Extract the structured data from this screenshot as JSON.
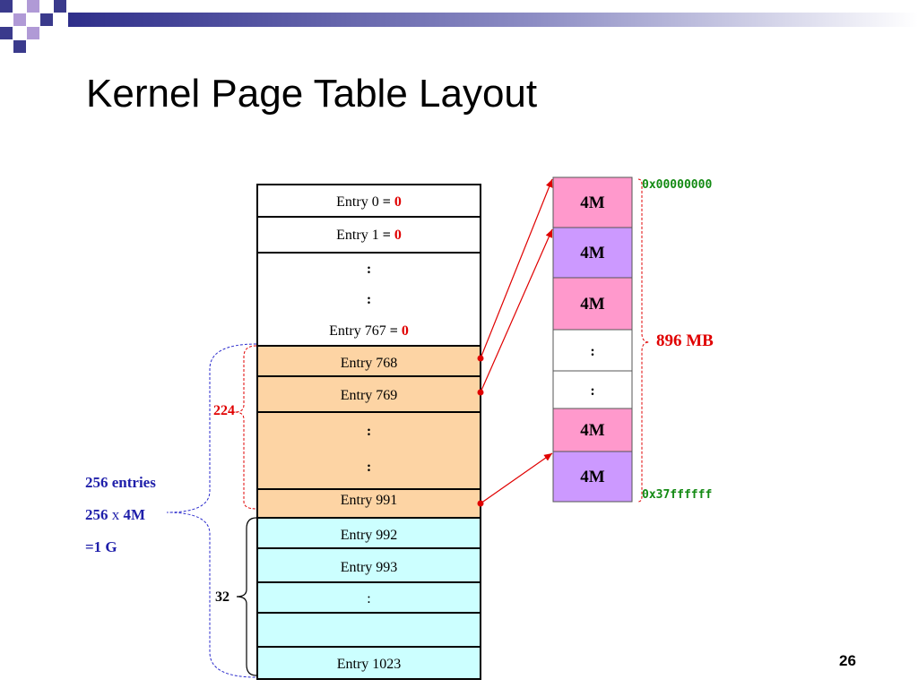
{
  "slide": {
    "title": "Kernel Page Table Layout",
    "page_number": "26"
  },
  "table": {
    "rows": [
      {
        "prefix": "Entry 0 ",
        "eq": "= ",
        "value": "0"
      },
      {
        "prefix": "Entry 1 ",
        "eq": "= ",
        "value": "0"
      },
      {
        "prefix": ":",
        "eq": "",
        "value": ""
      },
      {
        "prefix": ":",
        "eq": "",
        "value": ""
      },
      {
        "prefix": "Entry 767 ",
        "eq": "= ",
        "value": "0"
      },
      {
        "prefix": "Entry 768",
        "eq": "",
        "value": ""
      },
      {
        "prefix": "Entry 769",
        "eq": "",
        "value": ""
      },
      {
        "prefix": ":",
        "eq": "",
        "value": ""
      },
      {
        "prefix": ":",
        "eq": "",
        "value": ""
      },
      {
        "prefix": "Entry 991",
        "eq": "",
        "value": ""
      },
      {
        "prefix": "Entry 992",
        "eq": "",
        "value": ""
      },
      {
        "prefix": "Entry 993",
        "eq": "",
        "value": ""
      },
      {
        "prefix": ":",
        "eq": "",
        "value": ""
      },
      {
        "prefix": "",
        "eq": "",
        "value": ""
      },
      {
        "prefix": "Entry 1023",
        "eq": "",
        "value": ""
      }
    ]
  },
  "memory": {
    "blocks": [
      "4M",
      "4M",
      "4M",
      ":",
      ":",
      "4M",
      "4M"
    ],
    "start_address": "0x00000000",
    "end_address": "0x37ffffff",
    "size_label": "896 MB"
  },
  "annotations": {
    "brace_224": "224",
    "brace_32": "32",
    "note_line1": "256 entries",
    "note_line2_a": "256 ",
    "note_line2_b": "x",
    "note_line2_c": " 4M",
    "note_line3": "=1 G"
  },
  "colors": {
    "zero_rows": "#ffffff",
    "kernel_rows": "#fdd4a4",
    "high_rows": "#ccffff",
    "block_pink": "#ff99cc",
    "block_purple": "#cc99ff",
    "value_red": "#e00000",
    "address_green": "#138a13",
    "note_blue": "#1f1faa"
  }
}
